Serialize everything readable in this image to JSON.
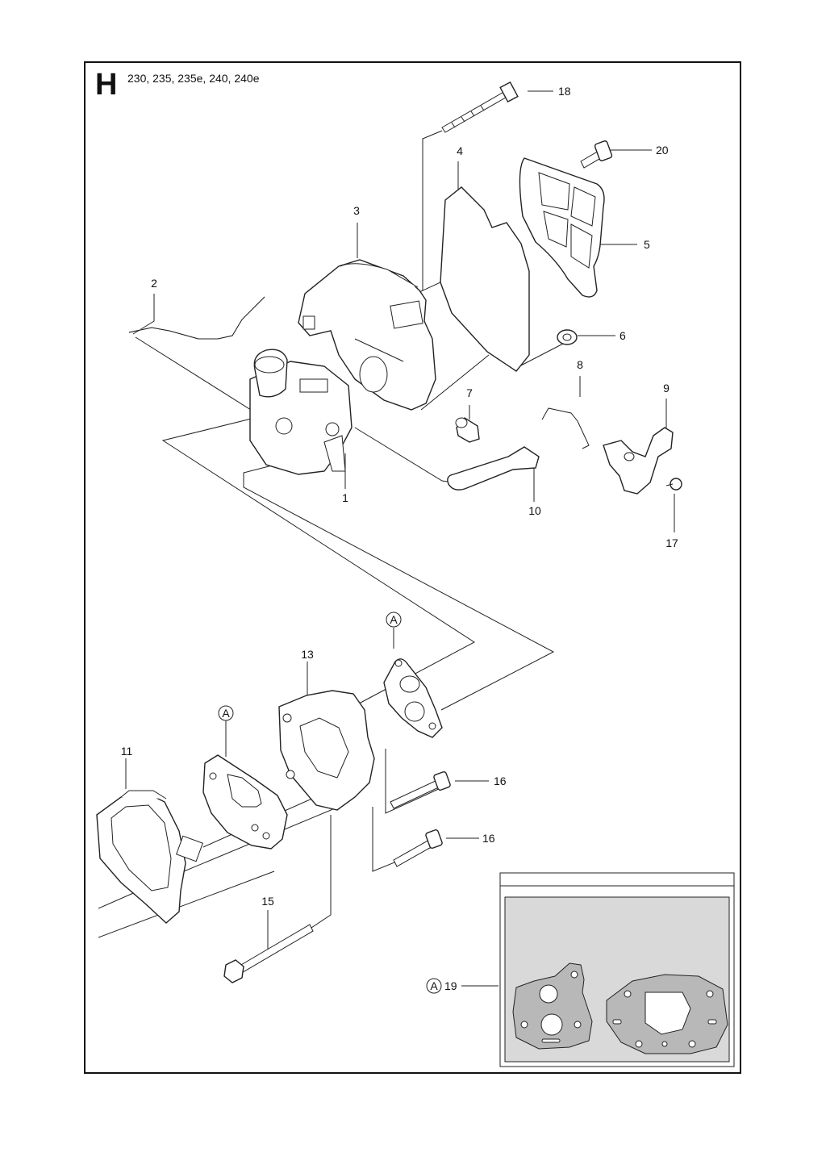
{
  "header": {
    "section_letter": "H",
    "models": "230, 235, 235e, 240, 240e"
  },
  "callouts": {
    "p1": "1",
    "p2": "2",
    "p3": "3",
    "p4": "4",
    "p5": "5",
    "p6": "6",
    "p7": "7",
    "p8": "8",
    "p9": "9",
    "p10": "10",
    "p11": "11",
    "p13": "13",
    "p15": "15",
    "p16a": "16",
    "p16b": "16",
    "p17": "17",
    "p18": "18",
    "p19": "19",
    "p20": "20"
  },
  "kit_marker": "A",
  "colors": {
    "line": "#222222",
    "kit_fill": "#d9d9d9",
    "background": "#ffffff"
  }
}
